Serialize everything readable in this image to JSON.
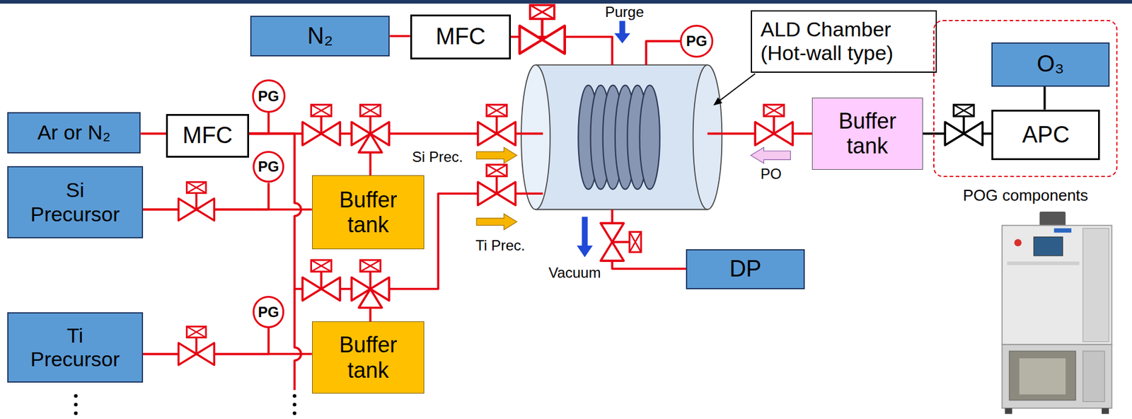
{
  "diagram": {
    "nodes": [
      {
        "text": [
          "N₂"
        ]
      },
      {
        "text": [
          "MFC"
        ]
      },
      {
        "text": [
          "PG"
        ]
      },
      {
        "text": [
          "ALD Chamber (Hot-wall type)"
        ]
      },
      {
        "text": [
          "POG components"
        ]
      },
      {
        "text": [
          "O₃"
        ],
        "in": 4
      },
      {
        "text": [
          "PG"
        ]
      },
      {
        "text": [
          "Ar or N₂"
        ]
      },
      {
        "text": [
          "MFC"
        ]
      },
      {
        "text": [
          "APC"
        ],
        "in": 4
      },
      {
        "text": [
          "Buffer tank"
        ]
      },
      {
        "text": [
          "Si Precursor"
        ]
      },
      {
        "text": [
          "PG"
        ]
      },
      {
        "text": [
          "Buffer tank"
        ]
      },
      {
        "text": [
          "DP"
        ]
      },
      {
        "text": [
          "Ti Precursor"
        ]
      },
      {
        "text": [
          "PG"
        ]
      },
      {
        "text": [
          "Buffer tank"
        ]
      }
    ],
    "edges": [
      {
        "from": 0,
        "to": 1,
        "arrow": "none"
      },
      {
        "from": 7,
        "to": 8,
        "arrow": "none"
      },
      {
        "from": 8,
        "to": 6,
        "arrow": "none"
      },
      {
        "from": 8,
        "to": 13,
        "arrow": "none"
      },
      {
        "from": 8,
        "to": 17,
        "arrow": "none"
      },
      {
        "from": 11,
        "to": 12,
        "arrow": "none"
      },
      {
        "from": 11,
        "to": 13,
        "arrow": "none"
      },
      {
        "from": 15,
        "to": 16,
        "arrow": "none"
      },
      {
        "from": 15,
        "to": 17,
        "arrow": "none"
      },
      {
        "from": 5,
        "to": 9,
        "arrow": "none"
      },
      {
        "from": 9,
        "to": 10,
        "arrow": "none"
      }
    ],
    "labels": [
      "Purge",
      "Si Prec.",
      "Ti Prec.",
      "PO",
      "Vacuum"
    ]
  }
}
